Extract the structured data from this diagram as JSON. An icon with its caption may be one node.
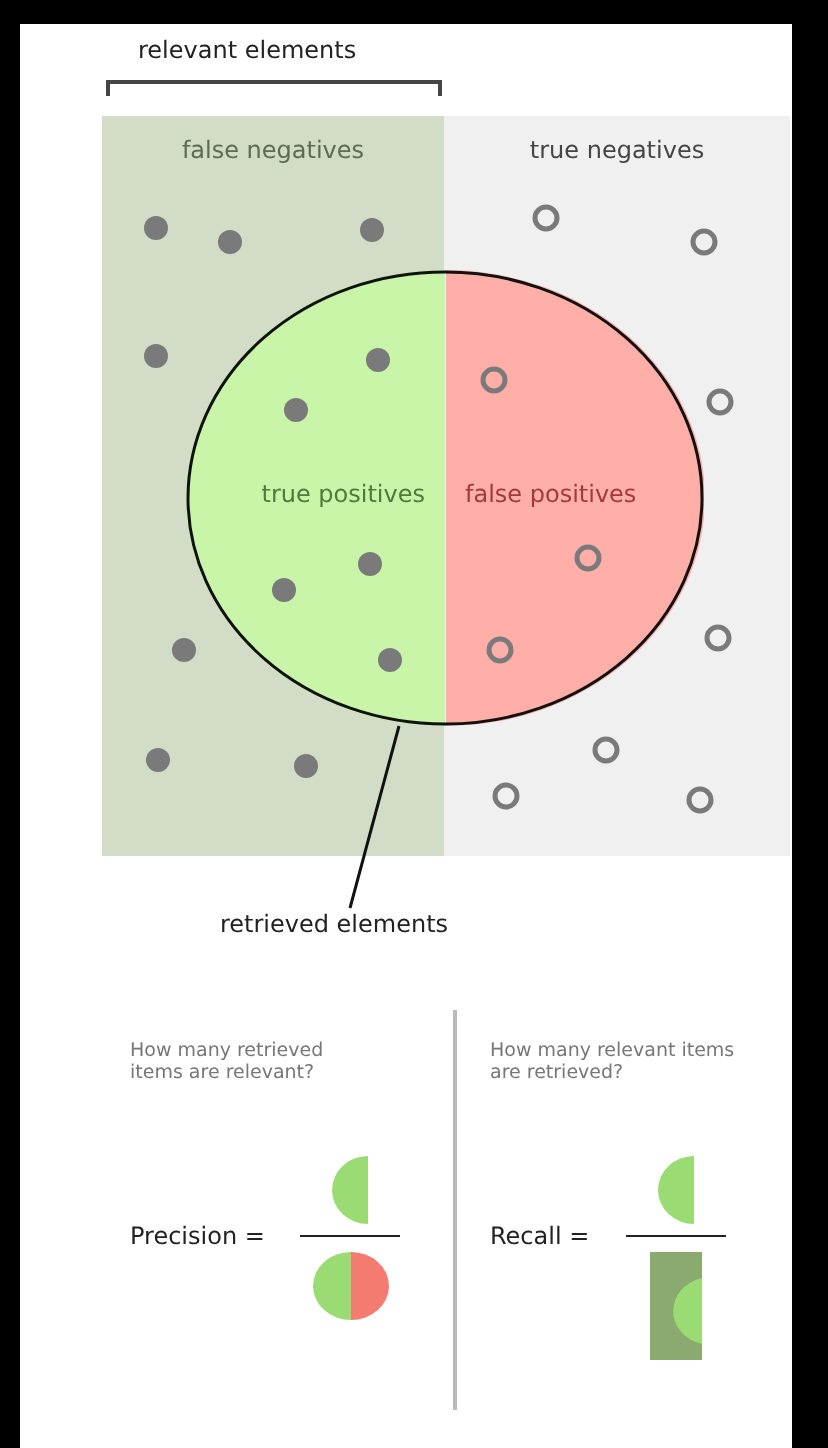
{
  "diagram": {
    "nodes": [
      {
        "text": [
          "false negatives"
        ]
      },
      {
        "text": [
          "true negatives"
        ]
      },
      {
        "text": [],
        "shape": "circle"
      },
      {
        "text": [
          "true positives"
        ]
      },
      {
        "text": [
          "false positives"
        ]
      },
      {
        "text": [
          "retrieved elements"
        ]
      }
    ],
    "edges": [
      {
        "from": 5,
        "to": 2,
        "arrow": "none"
      }
    ],
    "labels": [
      "relevant elements",
      "How many retrieved items are relevant?",
      "Precision =",
      "How many relevant items are retrieved?",
      "Recall ="
    ]
  }
}
